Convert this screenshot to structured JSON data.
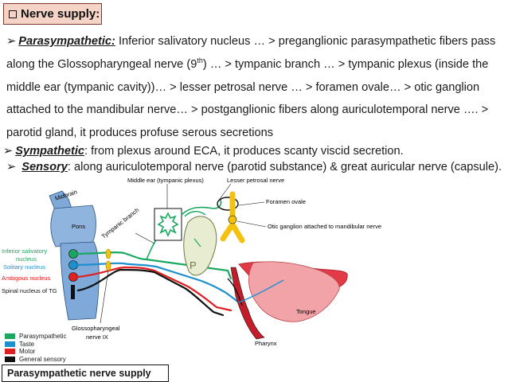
{
  "header": {
    "title": "Nerve supply:"
  },
  "parasympathetic": {
    "term": "Parasympathetic:",
    "line1_rest": " Inferior salivatory nucleus … > preganglionic parasympathetic fibers pass",
    "line2_a": "along the Glossopharyngeal nerve (9",
    "line2_sup": "th",
    "line2_b": ") … > tympanic branch … >  tympanic plexus (inside the",
    "line3": "middle ear (tympanic cavity))… > lesser petrosal nerve … > foramen ovale… > otic ganglion",
    "line4": "attached to the mandibular nerve… > postganglionic fibers along auriculotemporal nerve …. >",
    "line5": "parotid gland, it produces profuse serous secretions"
  },
  "sympathetic": {
    "term": "Sympathetic",
    "rest": ": from plexus around ECA, it produces scanty viscid secretion."
  },
  "sensory": {
    "term": "Sensory",
    "rest": ": along auriculotemporal nerve (parotid substance) & great auricular nerve (capsule)."
  },
  "diagram": {
    "midbrain": "Midbrain",
    "pons": "Pons",
    "tympanic_branch": "Tympanic branch",
    "middle_ear": "Middle ear (tympanic plexus)",
    "lesser_petrosal": "Lesser petrosal nerve",
    "foramen_ovale": "Foramen ovale",
    "otic_ganglion": "Otic ganglion attached to mandibular nerve",
    "inferior_salivatory_1": "Inferior salivatory",
    "inferior_salivatory_2": "nucleus",
    "solitary": "Solitary nucleus",
    "ambiguous": "Ambigous nucleus",
    "spinal": "Spinal nucleus of TG",
    "glossopharyngeal_1": "Glossopharyngeal",
    "glossopharyngeal_2": "nerve IX",
    "parotid": "P",
    "tongue": "Tongue",
    "pharynx": "Pharynx"
  },
  "legend": [
    {
      "label": "Parasympathetic",
      "color": "#1aa860"
    },
    {
      "label": "Taste",
      "color": "#1e90d0"
    },
    {
      "label": "Motor",
      "color": "#e02020"
    },
    {
      "label": "General sensory",
      "color": "#111111"
    }
  ],
  "caption": {
    "text": "Parasympathetic nerve supply"
  },
  "colors": {
    "header_bg": "#f6d3c7",
    "brainstem": "#7fa9d8",
    "parasympathetic": "#1aa860",
    "taste": "#1e90d0",
    "motor": "#e02020",
    "sensory": "#111111",
    "ganglion": "#f4c20d",
    "tongue": "#e23b47"
  }
}
